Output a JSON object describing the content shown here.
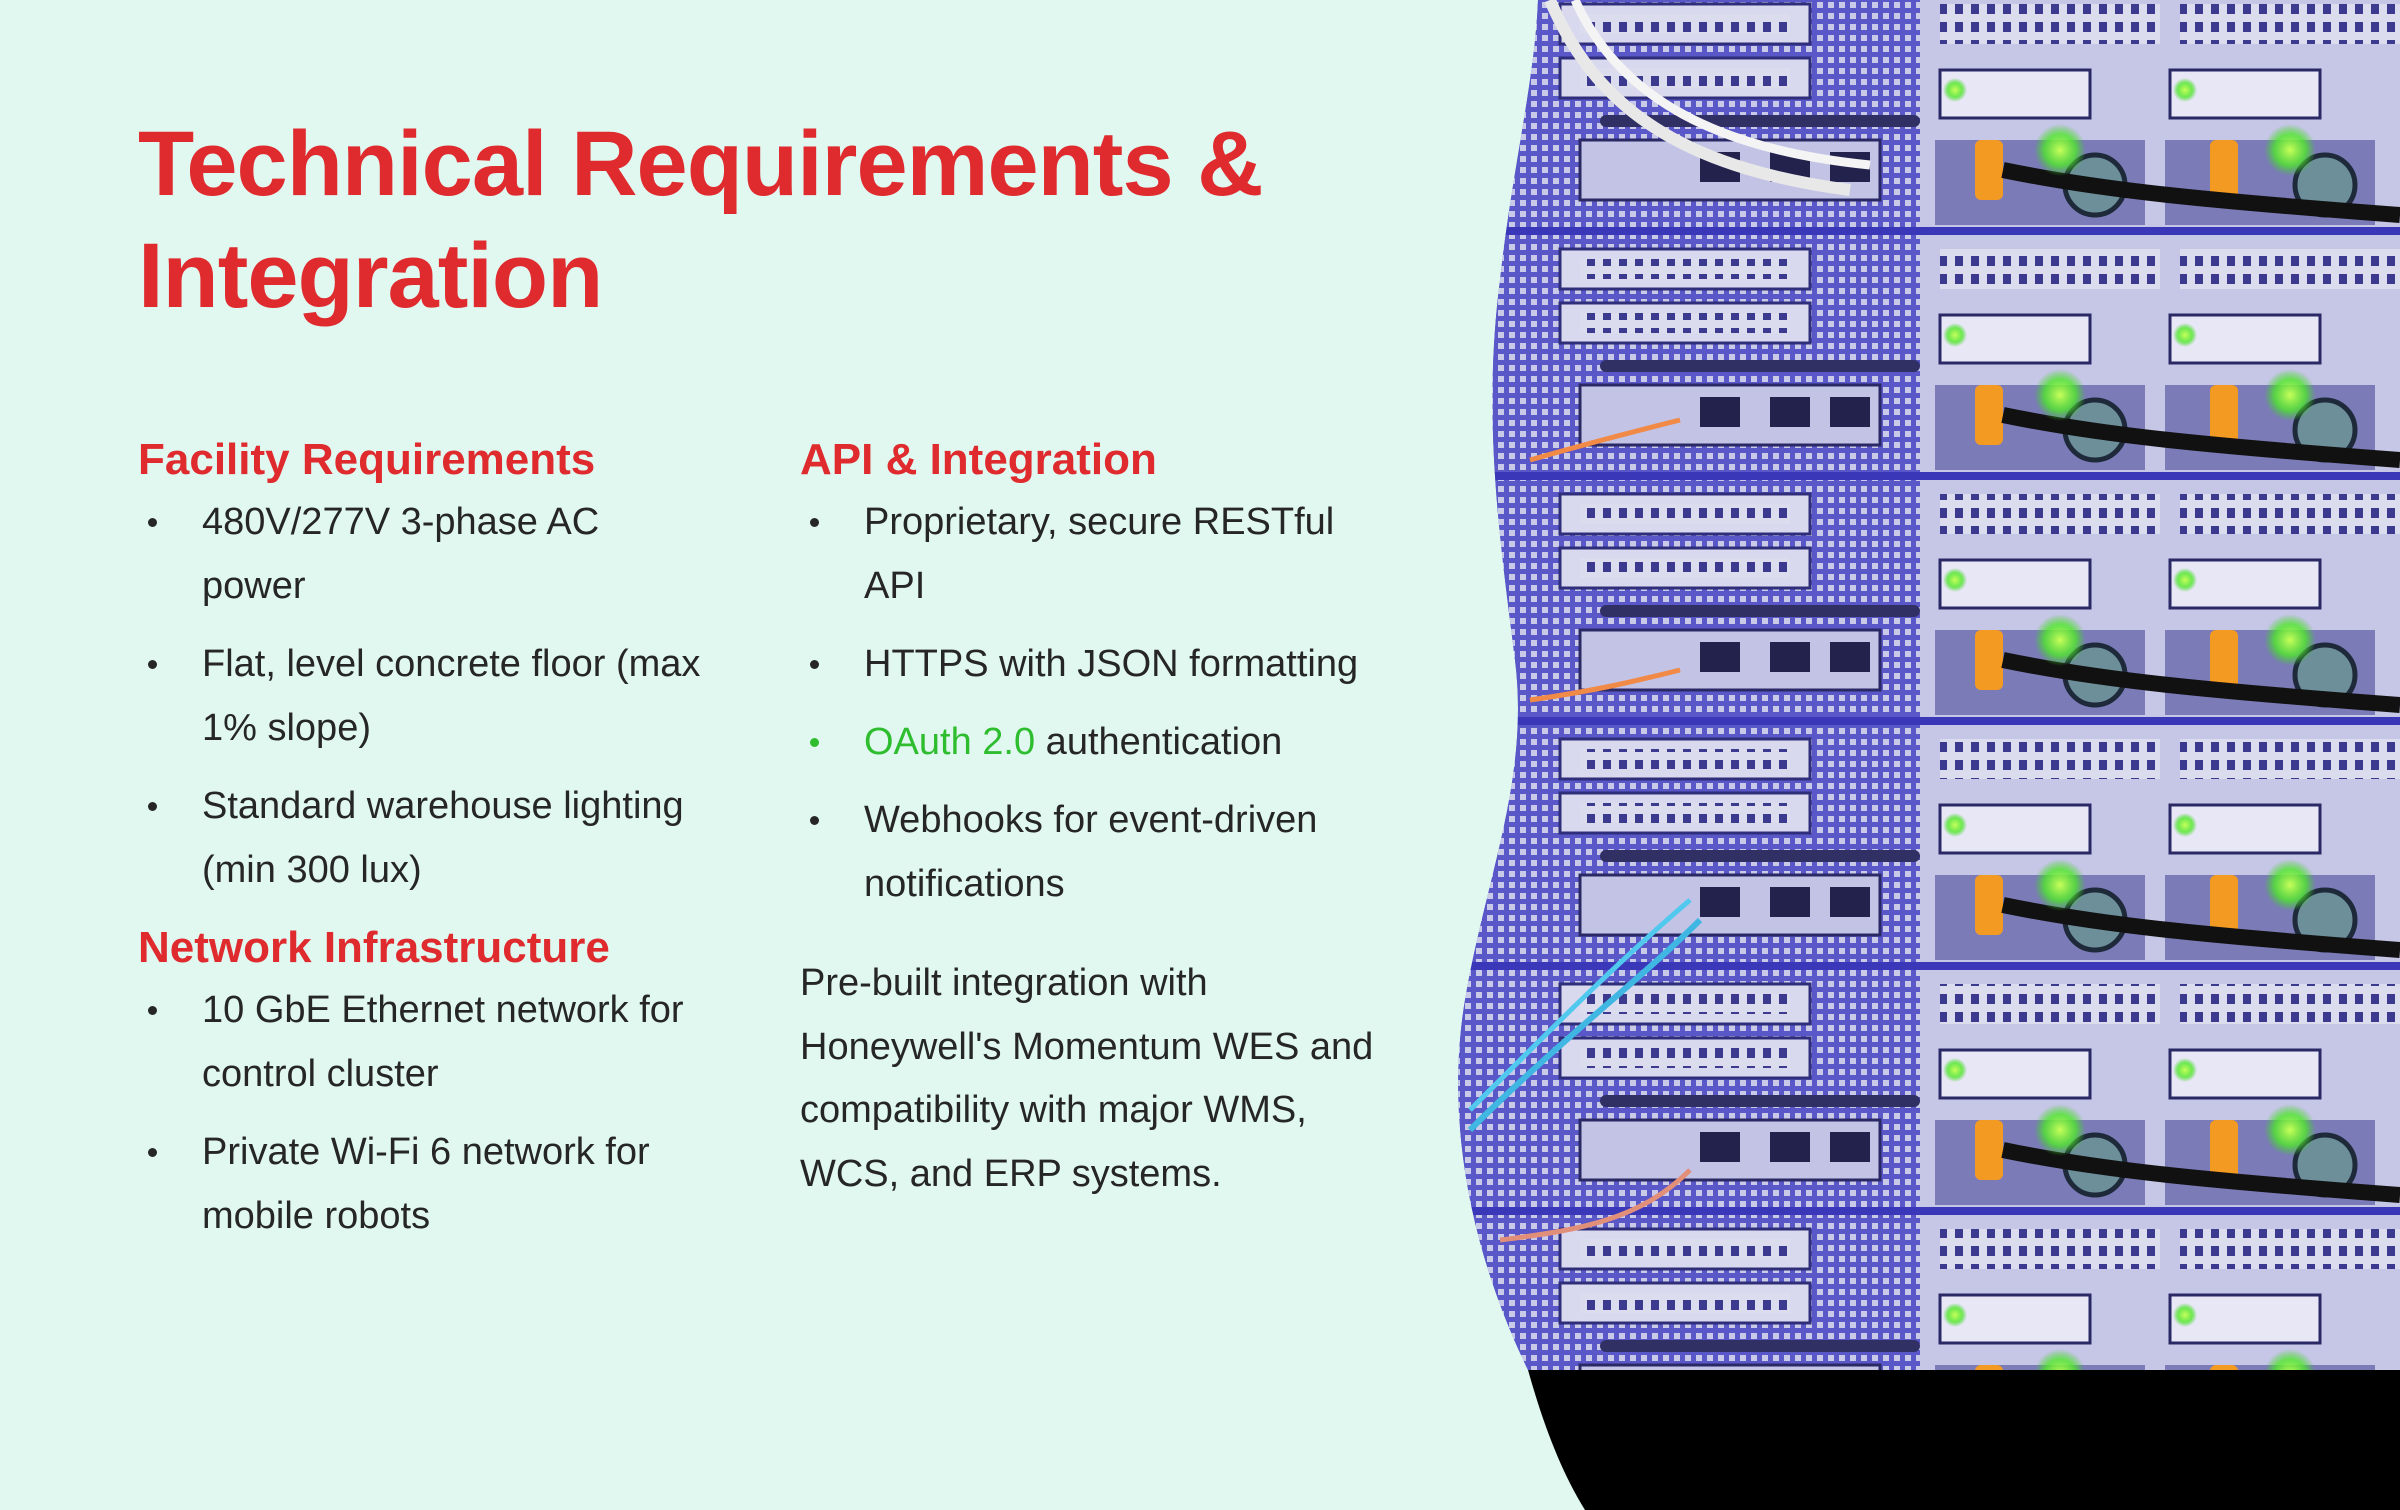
{
  "title": "Technical Requirements & Integration",
  "facility": {
    "heading": "Facility Requirements",
    "items": [
      "480V/277V 3-phase AC power",
      "Flat, level concrete floor (max 1% slope)",
      "Standard warehouse lighting (min 300 lux)"
    ]
  },
  "network": {
    "heading": "Network Infrastructure",
    "items": [
      "10 GbE Ethernet network for control cluster",
      "Private Wi-Fi 6 network for mobile robots"
    ]
  },
  "api": {
    "heading": "API & Integration",
    "items": [
      "Proprietary, secure RESTful API",
      "HTTPS with JSON formatting",
      {
        "highlight": "OAuth 2.0",
        "rest": " authentication"
      },
      "Webhooks for event-driven notifications"
    ],
    "paragraph": "Pre-built integration with Honeywell's Momentum WES and compatibility with major WMS, WCS, and ERP systems."
  },
  "colors": {
    "background": "#e1f8f1",
    "accent_red": "#df2a2e",
    "accent_green": "#2ebd2e",
    "body_text": "#262626"
  },
  "image": {
    "icon": "server-rack-photo"
  }
}
